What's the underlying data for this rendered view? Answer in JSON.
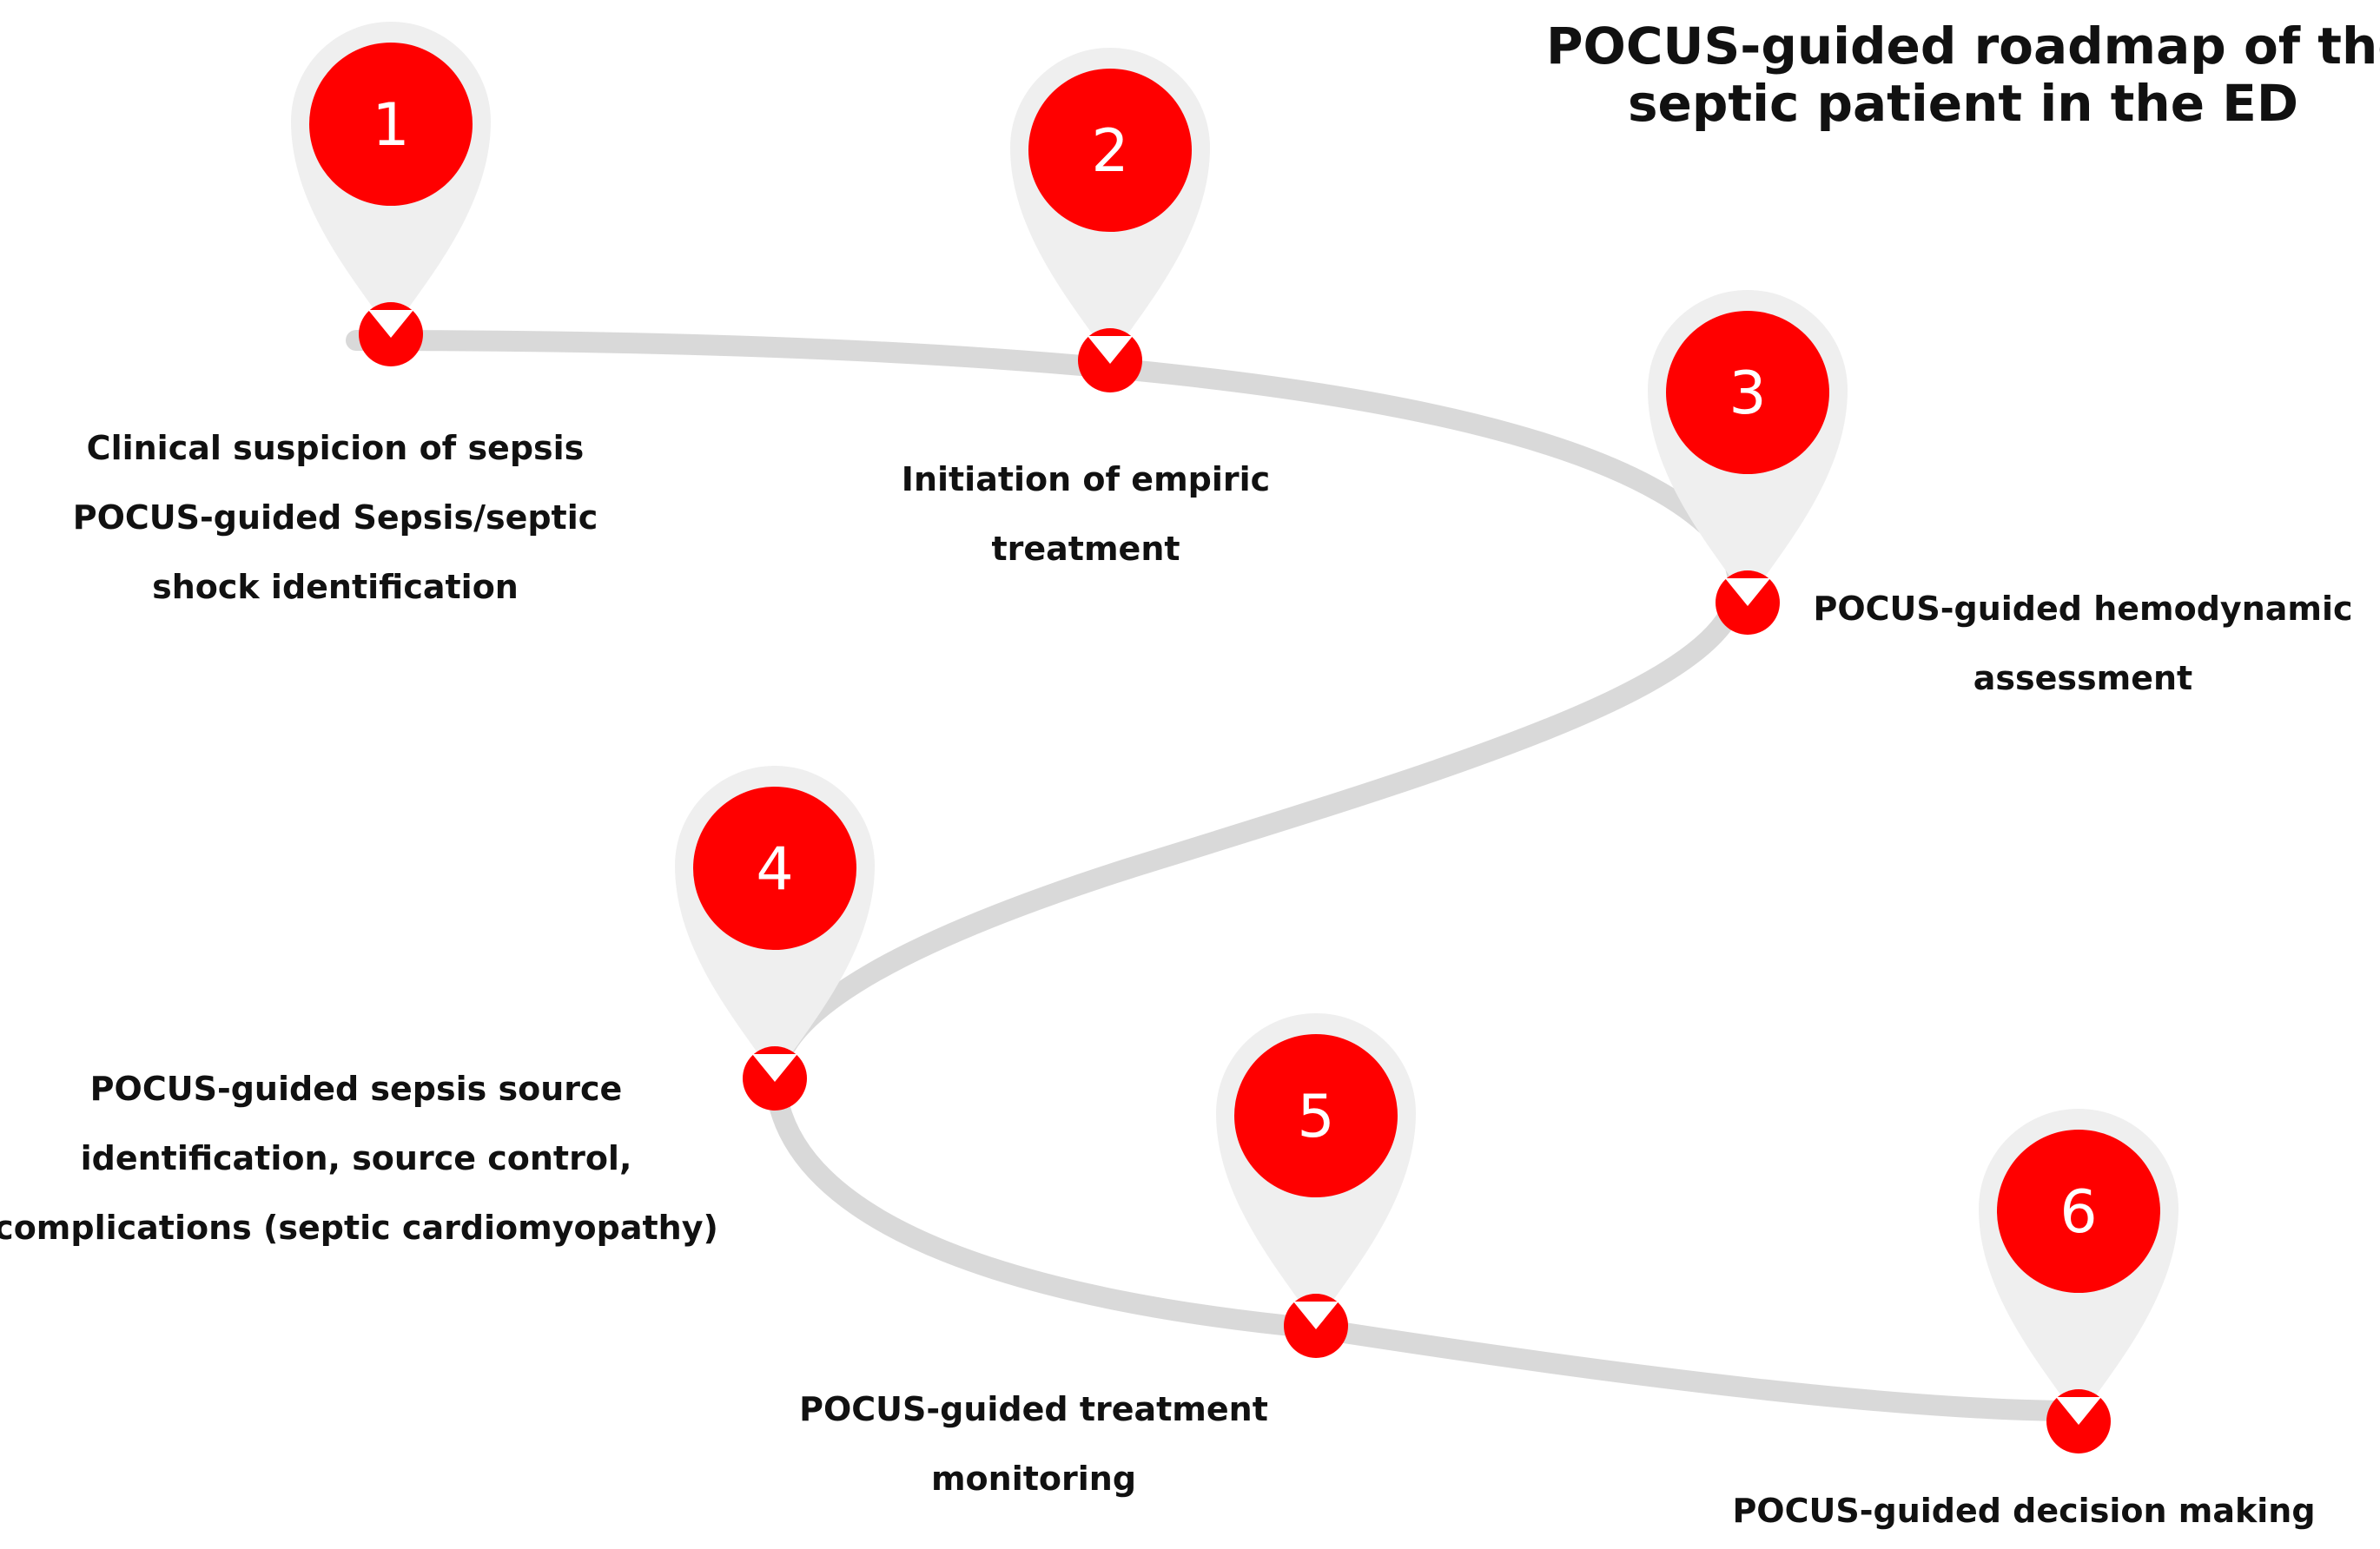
{
  "title": {
    "line1": "POCUS-guided roadmap of the",
    "line2": "septic patient in the ED"
  },
  "colors": {
    "pin_red": "#ff0000",
    "pin_shadow": "#efefef",
    "road": "#d9d9d9",
    "text": "#111111"
  },
  "steps": [
    {
      "number": "1",
      "label_lines": [
        "Clinical suspicion of sepsis",
        "POCUS-guided Sepsis/septic",
        "shock identification"
      ]
    },
    {
      "number": "2",
      "label_lines": [
        "Initiation of empiric",
        "treatment"
      ]
    },
    {
      "number": "3",
      "label_lines": [
        "POCUS-guided hemodynamic",
        "assessment"
      ]
    },
    {
      "number": "4",
      "label_lines": [
        "POCUS-guided sepsis source",
        "identification, source control,",
        "complications (septic cardiomyopathy)"
      ]
    },
    {
      "number": "5",
      "label_lines": [
        "POCUS-guided treatment",
        "monitoring"
      ]
    },
    {
      "number": "6",
      "label_lines": [
        "POCUS-guided decision making"
      ]
    }
  ]
}
